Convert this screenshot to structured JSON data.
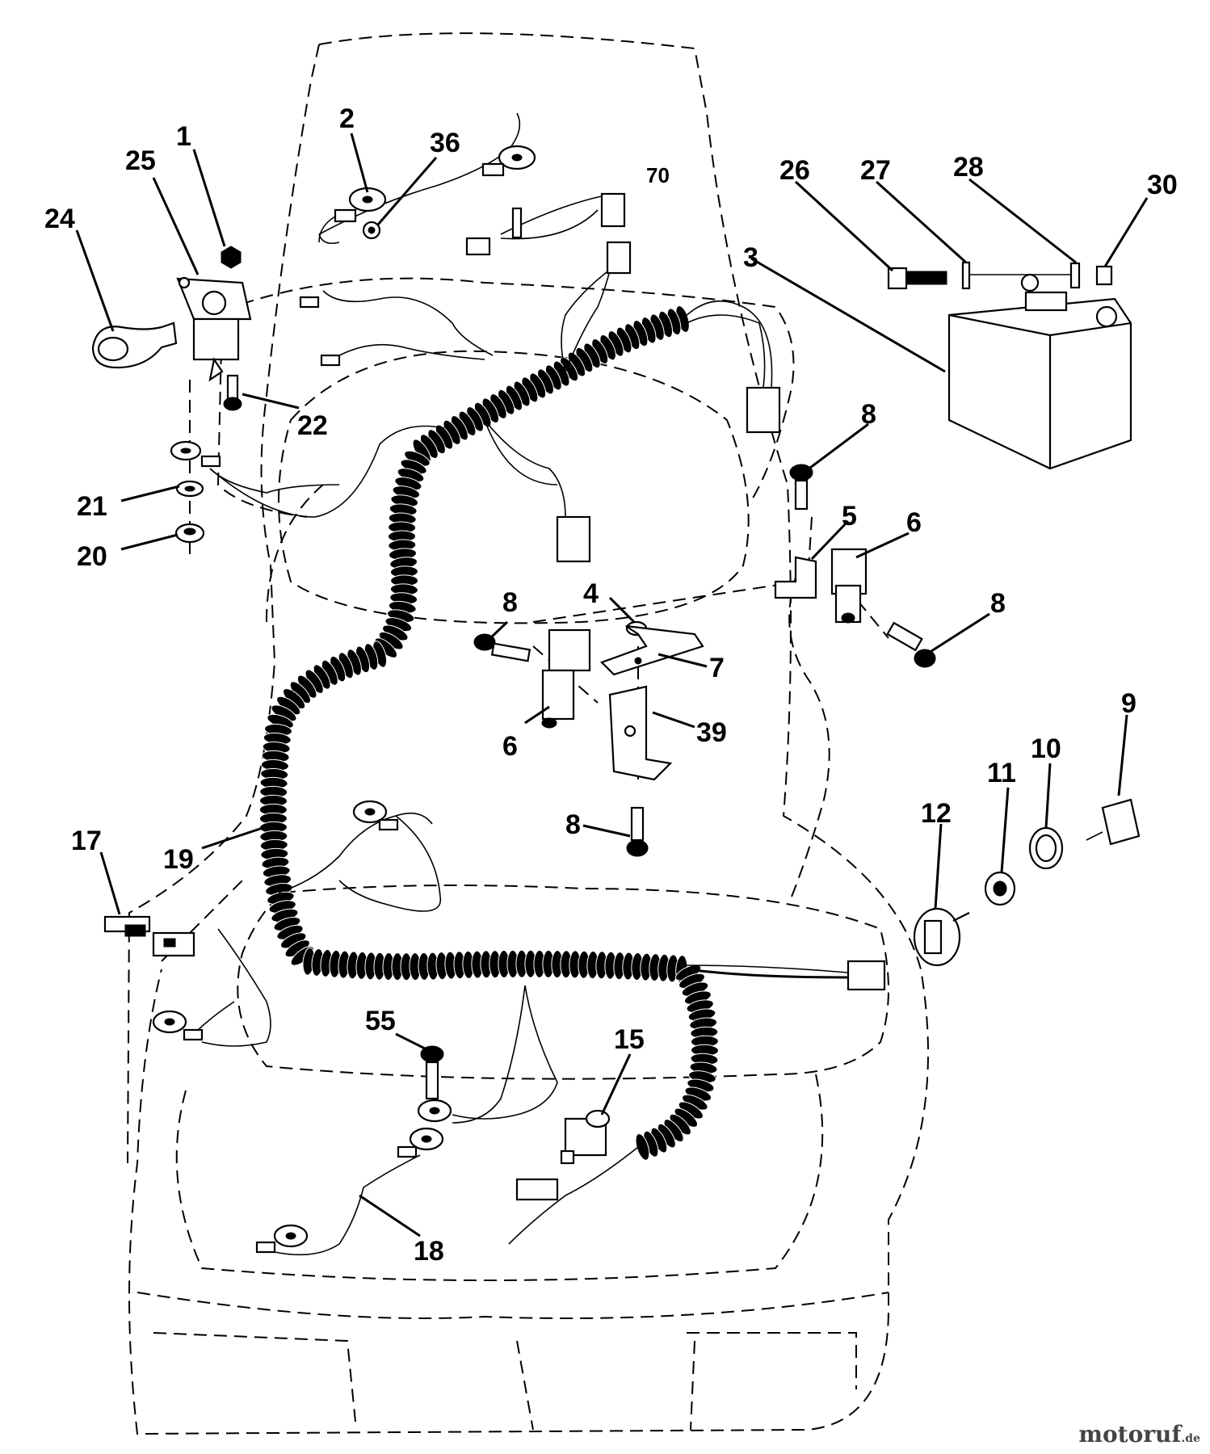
{
  "callouts": {
    "p1": "1",
    "p2": "2",
    "p3": "3",
    "p4": "4",
    "p5": "5",
    "p6a": "6",
    "p6b": "6",
    "p7": "7",
    "p8a": "8",
    "p8b": "8",
    "p8c": "8",
    "p8d": "8",
    "p9": "9",
    "p10": "10",
    "p11": "11",
    "p12": "12",
    "p15": "15",
    "p17": "17",
    "p18": "18",
    "p19": "19",
    "p20": "20",
    "p21": "21",
    "p22": "22",
    "p24": "24",
    "p25": "25",
    "p26": "26",
    "p27": "27",
    "p28": "28",
    "p30": "30",
    "p36": "36",
    "p39": "39",
    "p55": "55",
    "p70": "70"
  },
  "watermark": {
    "brand": "motoruf",
    "tld": ".de"
  }
}
